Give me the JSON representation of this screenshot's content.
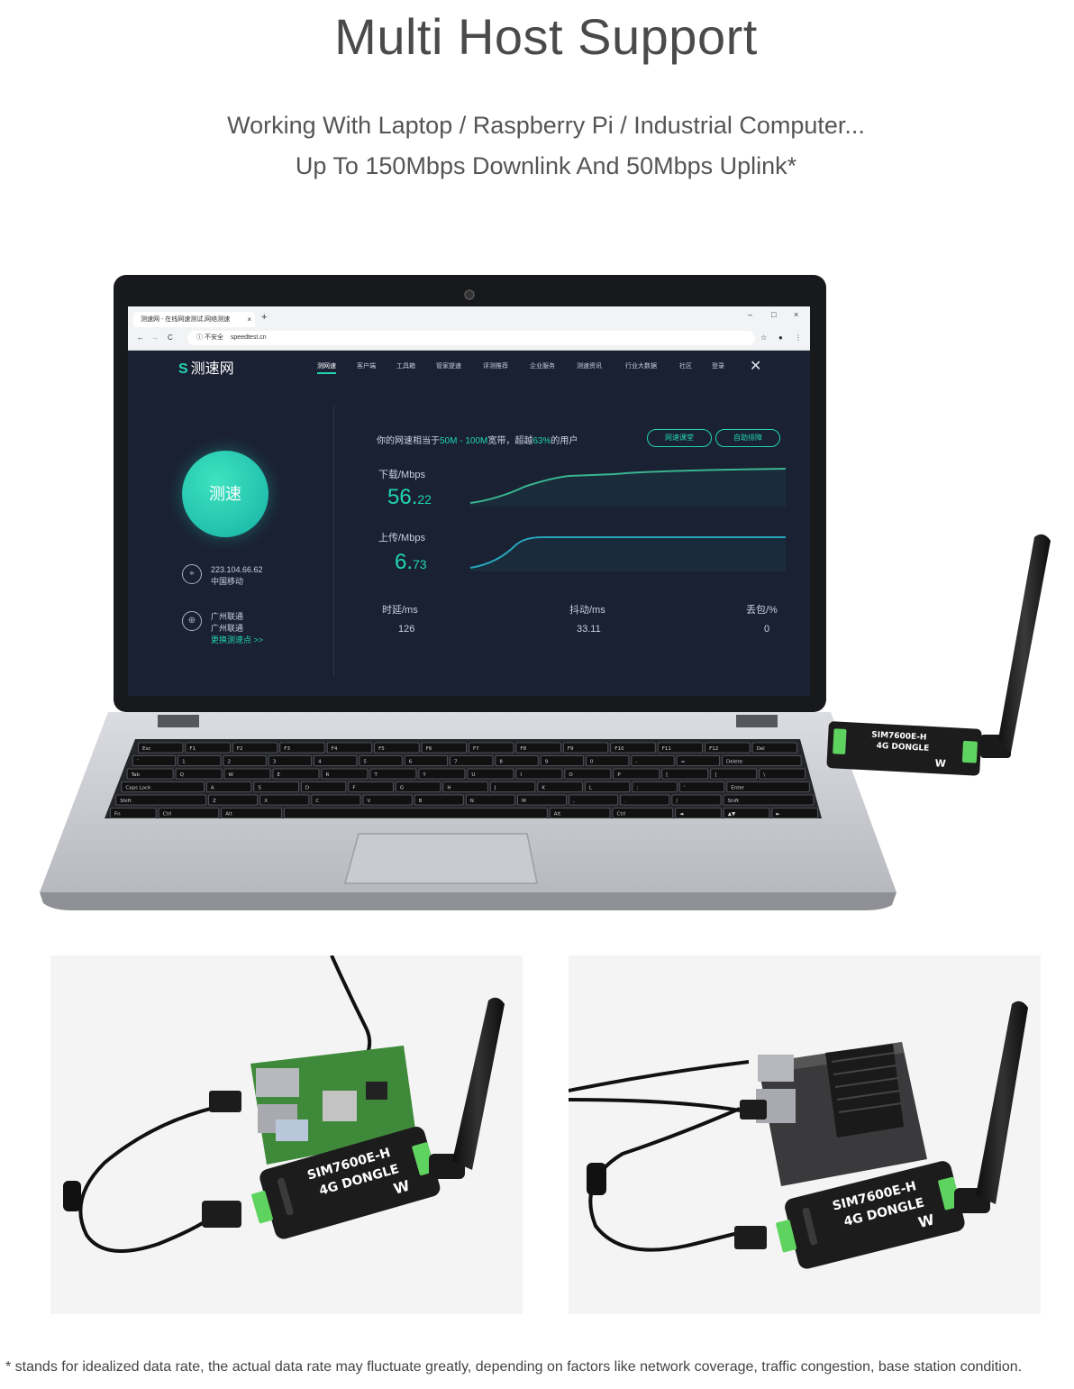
{
  "header": {
    "title": "Multi Host Support",
    "subtitle_line1": "Working With Laptop / Raspberry Pi / Industrial Computer...",
    "subtitle_line2": "Up To 150Mbps Downlink And 50Mbps Uplink*"
  },
  "footnote": "* stands for idealized data rate, the actual data rate may fluctuate greatly, depending on factors like network coverage, traffic congestion, base station condition.",
  "browser": {
    "tab_title": "测速网 - 在线网速测试,网络测速",
    "tab_close": "×",
    "new_tab": "+",
    "minimize": "–",
    "maximize": "□",
    "close": "×",
    "nav_back": "←",
    "nav_forward": "→",
    "reload": "C",
    "insecure_label": "ⓘ 不安全",
    "url": "speedtest.cn",
    "star": "☆",
    "account": "●",
    "menu": "⋮"
  },
  "site": {
    "logo_mark": "S",
    "logo_text": "测速网",
    "nav": [
      "测网速",
      "客户端",
      "工具箱",
      "管家提速",
      "评测推荐",
      "企业服务",
      "测速资讯",
      "行业大数据",
      "社区",
      "登录"
    ],
    "close_icon": "✕",
    "speed_button": "测速",
    "ip": "223.104.66.62",
    "isp": "中国移动",
    "server_name1": "广州联通",
    "server_name2": "广州联通",
    "change_server": "更换测速点 >>",
    "summary_prefix": "你的网速相当于",
    "summary_range": "50M - 100M",
    "summary_mid": "宽带，超越",
    "summary_percent": "63%",
    "summary_suffix": "的用户",
    "btn_course": "网速课堂",
    "btn_check": "自助排障",
    "download_label": "下载/Mbps",
    "download_int": "56.",
    "download_dec": "22",
    "upload_label": "上传/Mbps",
    "upload_int": "6.",
    "upload_dec": "73",
    "latency_label": "时延/ms",
    "latency_value": "126",
    "jitter_label": "抖动/ms",
    "jitter_value": "33.11",
    "loss_label": "丢包/%",
    "loss_value": "0"
  },
  "dongle": {
    "model": "SIM7600E-H",
    "type": "4G DONGLE",
    "brand_mark": "W"
  },
  "keyboard": {
    "row1": [
      "Esc",
      "F1",
      "F2",
      "F3",
      "F4",
      "F5",
      "F6",
      "F7",
      "F8",
      "F9",
      "F10",
      "F11",
      "F12",
      "Del"
    ],
    "row2": [
      "`",
      "1",
      "2",
      "3",
      "4",
      "5",
      "6",
      "7",
      "8",
      "9",
      "0",
      "-",
      "=",
      "Delete"
    ],
    "row3": [
      "Tab",
      "Q",
      "W",
      "E",
      "R",
      "T",
      "Y",
      "U",
      "I",
      "O",
      "P",
      "[",
      "]",
      "\\"
    ],
    "row4": [
      "Caps Lock",
      "A",
      "S",
      "D",
      "F",
      "G",
      "H",
      "J",
      "K",
      "L",
      ";",
      "'",
      "Enter"
    ],
    "row5": [
      "Shift",
      "Z",
      "X",
      "C",
      "V",
      "B",
      "N",
      "M",
      ",",
      ".",
      "/",
      "Shift"
    ],
    "row6": [
      "Fn",
      "Ctrl",
      "Alt",
      "",
      "Alt",
      "Ctrl",
      "◄",
      "▲▼",
      "►"
    ]
  },
  "colors": {
    "accent": "#21d4b4",
    "screen_bg": "#1a2133",
    "dongle_green": "#5fd35f"
  }
}
